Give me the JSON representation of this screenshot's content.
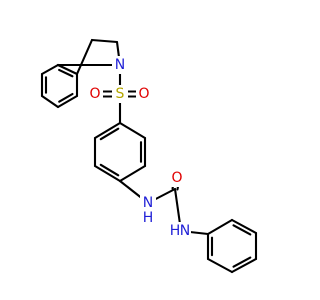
{
  "colors": {
    "bond": "#000000",
    "nitrogen": "#1f1fd6",
    "sulfur": "#b3a600",
    "oxygen": "#e00000"
  },
  "atoms": {
    "n_indoline": "N",
    "s_sulfonyl": "S",
    "o_sulfonyl_left": "O",
    "o_sulfonyl_right": "O",
    "nh_aryl": "N",
    "h_aryl": "H",
    "o_carbonyl": "O",
    "nh_phenyl": "N",
    "h_phenyl": "H"
  }
}
